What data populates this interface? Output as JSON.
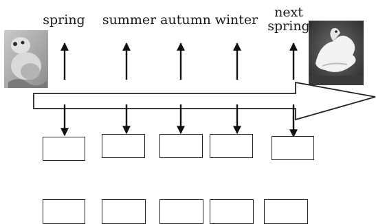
{
  "diagram": {
    "seasons": [
      {
        "id": "spring",
        "label": "spring"
      },
      {
        "id": "summer",
        "label": "summer"
      },
      {
        "id": "autumn",
        "label": "autumn"
      },
      {
        "id": "winter",
        "label": "winter"
      },
      {
        "id": "next-spring",
        "label": "next\nspring"
      }
    ],
    "images": {
      "left": {
        "icon": "small-animal-photo"
      },
      "right": {
        "icon": "white-bird-photo"
      }
    },
    "timeline": {
      "icon": "large-right-arrow"
    },
    "answer_boxes": {
      "rows": 2,
      "per_row": 5
    }
  }
}
